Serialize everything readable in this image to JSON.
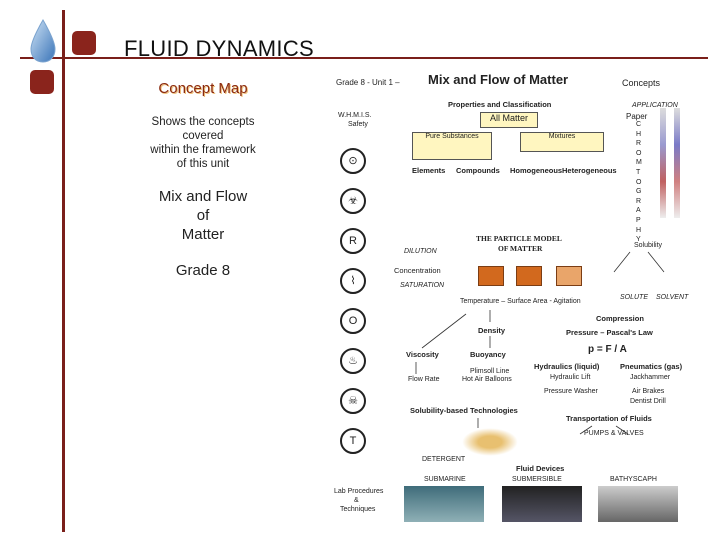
{
  "header": {
    "title": "FLUID DYNAMICS"
  },
  "left_panel": {
    "concept_map": "Concept Map",
    "desc_lines": [
      "Shows the concepts",
      "covered",
      "within the framework",
      "of this unit"
    ],
    "topic_lines": [
      "Mix and Flow",
      "of",
      "Matter"
    ],
    "grade": "Grade 8"
  },
  "map": {
    "title_prefix": "Grade 8 - Unit 1 –",
    "title_main": "Mix and Flow of Matter",
    "title_suffix": "Concepts",
    "whmis": "W.H.M.I.S.",
    "safety": "Safety",
    "properties": "Properties and Classification",
    "all_matter": "All Matter",
    "pure": "Pure Substances",
    "mixtures": "Mixtures",
    "elements": "Elements",
    "compounds": "Compounds",
    "homogeneous": "Homogeneous",
    "heterogeneous": "Heterogeneous",
    "application": "APPLICATION",
    "paper": "Paper",
    "chromatography": [
      "C",
      "H",
      "R",
      "O",
      "M",
      "T",
      "O",
      "G",
      "R",
      "A",
      "P",
      "H",
      "Y"
    ],
    "solubility": "Solubility",
    "solute": "SOLUTE",
    "solvent": "SOLVENT",
    "particle_model": [
      "THE PARTICLE MODEL",
      "OF MATTER"
    ],
    "dilution": "DILUTION",
    "concentration": "Concentration",
    "saturation": "SATURATION",
    "temperature": "Temperature – Surface Area - Agitation",
    "compression": "Compression",
    "pressure": "Pressure – Pascal's Law",
    "density": "Density",
    "formula": "p = F / A",
    "viscosity": "Viscosity",
    "buoyancy": "Buoyancy",
    "hydraulics": "Hydraulics (liquid)",
    "pneumatics": "Pneumatics (gas)",
    "flow_rate": "Flow Rate",
    "plimsoll": "Plimsoll Line",
    "hot_air": "Hot Air Balloons",
    "hydraulic_lift": "Hydraulic Lift",
    "pressure_washer": "Pressure Washer",
    "jackhammer": "Jackhammer",
    "air_brakes": "Air Brakes",
    "dentist_drill": "Dentist Drill",
    "solubility_tech": "Solubility-based Technologies",
    "transport": "Transportation of Fluids",
    "pumps": "PUMPS & VALVES",
    "detergent": "DETERGENT",
    "fluid_devices": "Fluid Devices",
    "submarine": "SUBMARINE",
    "submersible": "SUBMERSIBLE",
    "bathyscaph": "BATHYSCAPH",
    "lab": [
      "Lab Procedures",
      "&",
      "Techniques"
    ]
  },
  "colors": {
    "accent": "#8a241c",
    "box_fill": "#fff6c0"
  }
}
